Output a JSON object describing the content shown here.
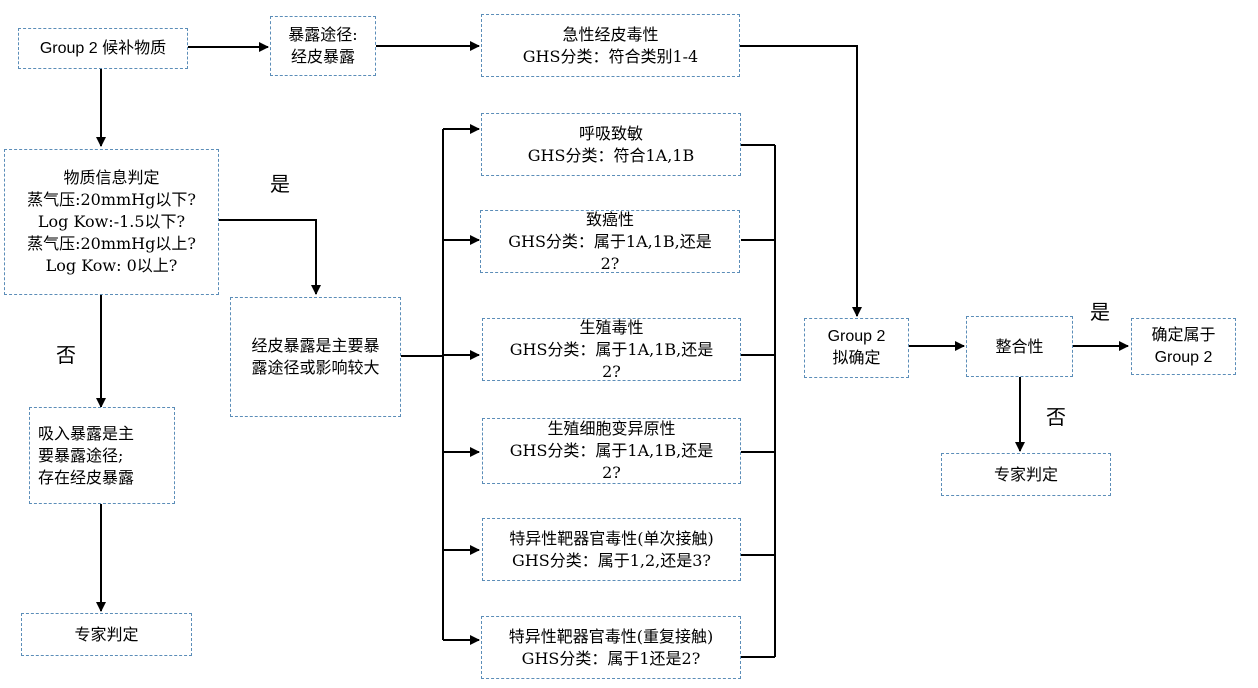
{
  "colors": {
    "border": "#5b8db8",
    "line": "#000000"
  },
  "boxes": {
    "candidate": "Group 2 候补物质",
    "exposure_route": [
      "暴露途径:",
      "经皮暴露"
    ],
    "acute_toxicity": [
      "急性经皮毒性",
      "GHS分类：符合类别1-4"
    ],
    "substance_info": [
      "物质信息判定",
      "蒸气压:20mmHg以下?",
      "Log Kow:-1.5以下?",
      "蒸气压:20mmHg以上?",
      "Log Kow: 0以上?"
    ],
    "dermal_major": [
      "经皮暴露是主要暴",
      "露途径或影响较大"
    ],
    "inhalation_major": [
      "吸入暴露是主",
      "要暴露途径;",
      "存在经皮暴露"
    ],
    "expert_left": "专家判定",
    "resp_sens": [
      "呼吸致敏",
      "GHS分类：符合1A,1B"
    ],
    "carcinogenicity": [
      "致癌性",
      "GHS分类：属于1A,1B,还是",
      "2?"
    ],
    "reproductive": [
      "生殖毒性",
      "GHS分类：属于1A,1B,还是",
      "2?"
    ],
    "germ_cell": [
      "生殖细胞变异原性",
      "GHS分类：属于1A,1B,还是",
      "2?"
    ],
    "stot_single": [
      "特异性靶器官毒性(单次接触)",
      "GHS分类：属于1,2,还是3?"
    ],
    "stot_repeat": [
      "特异性靶器官毒性(重复接触)",
      "GHS分类：属于1还是2?"
    ],
    "group2_tentative": [
      "Group 2",
      "拟确定"
    ],
    "consistency": "整合性",
    "confirm_group2": [
      "确定属于",
      "Group 2"
    ],
    "expert_right": "专家判定"
  },
  "labels": {
    "yes_left": "是",
    "no_left": "否",
    "yes_right": "是",
    "no_right": "否"
  }
}
